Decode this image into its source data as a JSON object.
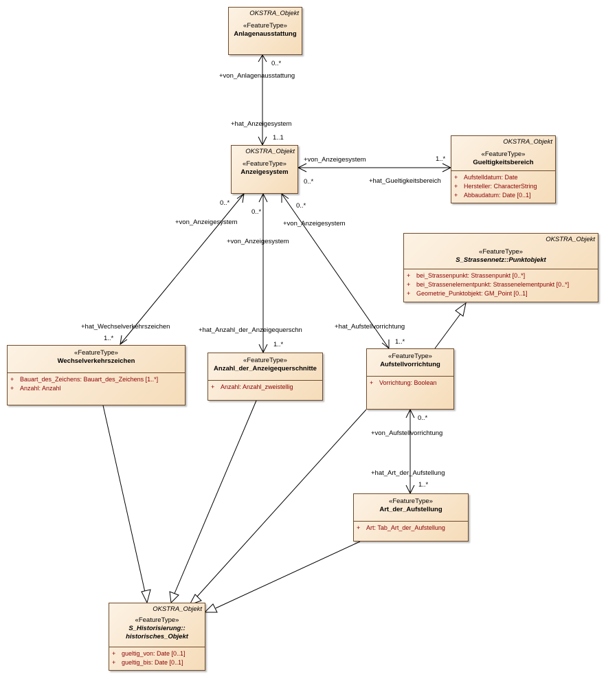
{
  "classes": {
    "anlagenausstattung": {
      "package": "OKSTRA_Objekt",
      "stereotype": "«FeatureType»",
      "name": "Anlagenausstattung",
      "attrs": []
    },
    "anzeigesystem": {
      "package": "OKSTRA_Objekt",
      "stereotype": "«FeatureType»",
      "name": "Anzeigesystem",
      "attrs": []
    },
    "gueltigkeitsbereich": {
      "package": "OKSTRA_Objekt",
      "stereotype": "«FeatureType»",
      "name": "Gueltigkeitsbereich",
      "attrs": [
        "Aufstelldatum: Date",
        "Hersteller: CharacterString",
        "Abbaudatum: Date [0..1]"
      ]
    },
    "punktobjekt": {
      "package": "OKSTRA_Objekt",
      "stereotype": "«FeatureType»",
      "name": "S_Strassennetz::Punktobjekt",
      "attrs": [
        "bei_Strassenpunkt: Strassenpunkt [0..*]",
        "bei_Strassenelementpunkt: Strassenelementpunkt [0..*]",
        "Geometrie_Punktobjekt: GM_Point [0..1]"
      ]
    },
    "wechselverkehrszeichen": {
      "stereotype": "«FeatureType»",
      "name": "Wechselverkehrszeichen",
      "attrs": [
        "Bauart_des_Zeichens: Bauart_des_Zeichens [1..*]",
        "Anzahl: Anzahl"
      ]
    },
    "anzahl_querschnitte": {
      "stereotype": "«FeatureType»",
      "name": "Anzahl_der_Anzeigequerschnitte",
      "attrs": [
        "Anzahl: Anzahl_zweistellig"
      ]
    },
    "aufstellvorrichtung": {
      "stereotype": "«FeatureType»",
      "name": "Aufstellvorrichtung",
      "attrs": [
        "Vorrichtung: Boolean"
      ]
    },
    "art_der_aufstellung": {
      "stereotype": "«FeatureType»",
      "name": "Art_der_Aufstellung",
      "attrs": [
        "Art: Tab_Art_der_Aufstellung"
      ]
    },
    "historisches_objekt": {
      "package": "OKSTRA_Objekt",
      "stereotype": "«FeatureType»",
      "name_line1": "S_Historisierung::",
      "name_line2": "historisches_Objekt",
      "attrs": [
        "gueltig_von: Date [0..1]",
        "gueltig_bis: Date [0..1]"
      ]
    }
  },
  "attr_marker": "+",
  "labels": {
    "von_anlagenausstattung": "+von_Anlagenausstattung",
    "mult_anlagen": "0..*",
    "hat_anzeigesystem": "+hat_Anzeigesystem",
    "mult_1_1": "1..1",
    "von_anzeigesystem_gb": "+von_Anzeigesystem",
    "mult_gb_1": "1..*",
    "mult_gb_0": "0..*",
    "hat_gueltigkeitsbereich": "+hat_Gueltigkeitsbereich",
    "mult_wvz_0": "0..*",
    "mult_anz_0": "0..*",
    "mult_auf_0": "0..*",
    "von_anzeigesystem_wvz": "+von_Anzeigesystem",
    "von_anzeigesystem_anz": "+von_Anzeigesystem",
    "von_anzeigesystem_auf": "+von_Anzeigesystem",
    "hat_wechselverkehrszeichen": "+hat_Wechselverkehrszeichen",
    "mult_wvz_1": "1..*",
    "hat_anzahl": "+hat_Anzahl_der_Anzeigequerschn",
    "mult_anz_1": "1..*",
    "hat_aufstellvorrichtung": "+hat_Aufstellvorrichtung",
    "mult_auf_1": "1..*",
    "mult_art_0": "0..*",
    "von_aufstellvorrichtung": "+von_Aufstellvorrichtung",
    "hat_art": "+hat_Art_der_Aufstellung",
    "mult_art_1": "1..*"
  }
}
